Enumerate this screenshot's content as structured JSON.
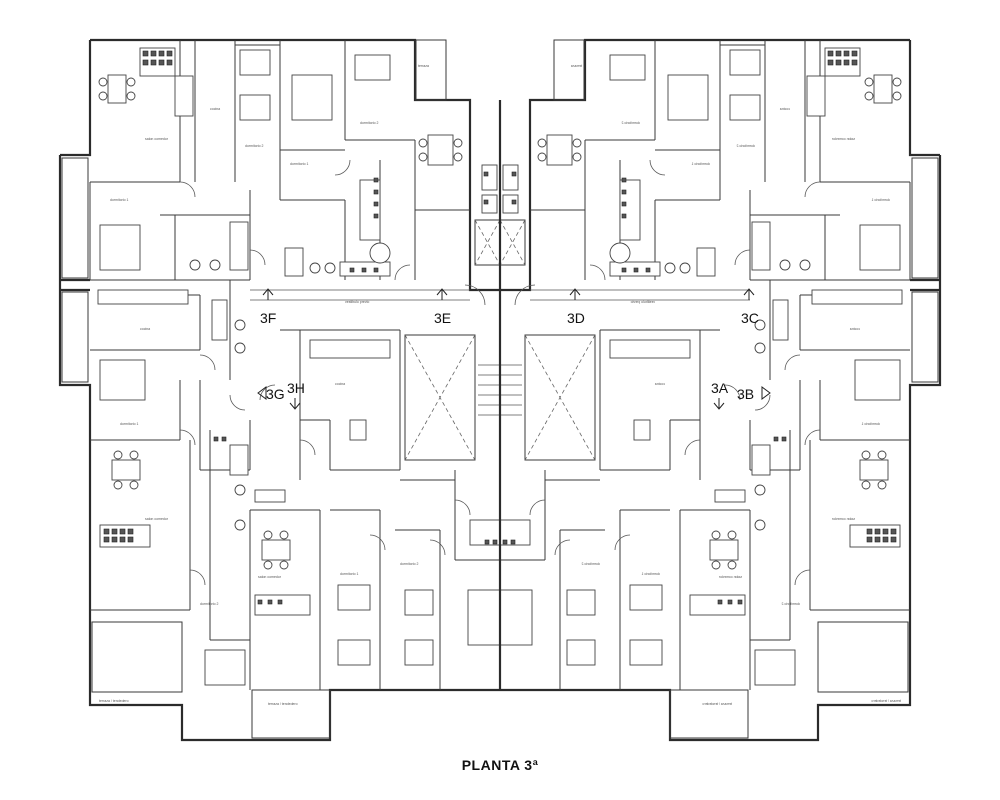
{
  "caption": "PLANTA 3ª",
  "units": {
    "f": "3F",
    "e": "3E",
    "d": "3D",
    "c": "3C",
    "g": "3G",
    "h": "3H",
    "a": "3A",
    "b": "3B"
  },
  "colors": {
    "line": "#2b2b2b",
    "background": "#ffffff"
  }
}
